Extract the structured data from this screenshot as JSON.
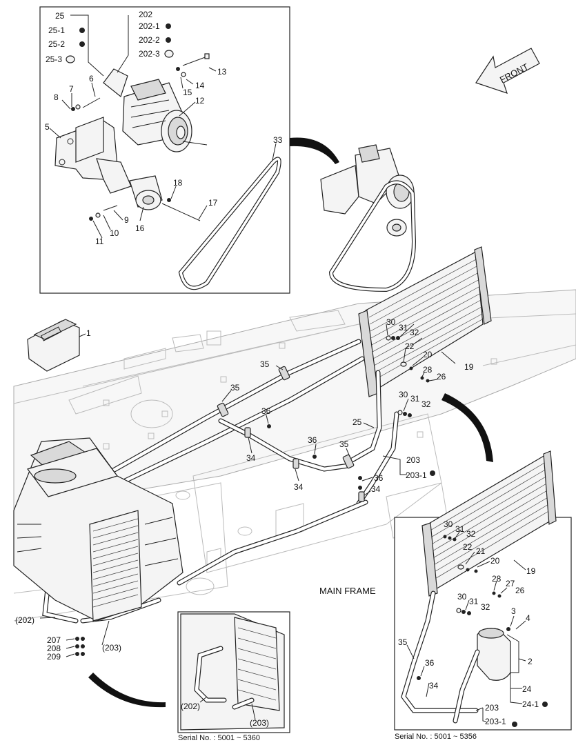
{
  "front_arrow": {
    "label": "FRONT"
  },
  "main_frame_label": "MAIN FRAME",
  "inset_left": {
    "serial": "Serial No. : 5001 ~ 5360"
  },
  "inset_right": {
    "serial": "Serial No. : 5001 ~ 5356"
  },
  "callouts": {
    "c25": "25",
    "c25_1": "25-1",
    "c25_2": "25-2",
    "c25_3": "25-3",
    "c202": "202",
    "c202_1": "202-1",
    "c202_2": "202-2",
    "c202_3": "202-3",
    "c13": "13",
    "c14": "14",
    "c15": "15",
    "c12": "12",
    "c7": "7",
    "c6": "6",
    "c8": "8",
    "c5": "5",
    "c33": "33",
    "c18": "18",
    "c17": "17",
    "c9": "9",
    "c10": "10",
    "c11": "11",
    "c16": "16",
    "c1": "1",
    "c19": "19",
    "c30a": "30",
    "c31a": "31",
    "c32a": "32",
    "c22a": "22",
    "c20a": "20",
    "c28a": "28",
    "c26a": "26",
    "c30b": "30",
    "c31b": "31",
    "c32b": "32",
    "c35a": "35",
    "c35b": "35",
    "c36a": "36",
    "c25b": "25",
    "c36b": "36",
    "c34a": "34",
    "c35c": "35",
    "c203a": "203",
    "c203_1a": "203-1",
    "c36c": "36",
    "c34b": "34",
    "c34c": "34",
    "c202p": "(202)",
    "c207": "207",
    "c208": "208",
    "c209": "209",
    "c203p": "(203)",
    "l202p": "(202)",
    "l203p": "(203)",
    "r30a": "30",
    "r31a": "31",
    "r32a": "32",
    "r22": "22",
    "r21": "21",
    "r20": "20",
    "r19": "19",
    "r28": "28",
    "r27": "27",
    "r26": "26",
    "r30b": "30",
    "r31b": "31",
    "r32b": "32",
    "r3": "3",
    "r4": "4",
    "r35": "35",
    "r36": "36",
    "r2": "2",
    "r34": "34",
    "r24": "24",
    "r24_1": "24-1",
    "r203": "203",
    "r203_1": "203-1"
  }
}
